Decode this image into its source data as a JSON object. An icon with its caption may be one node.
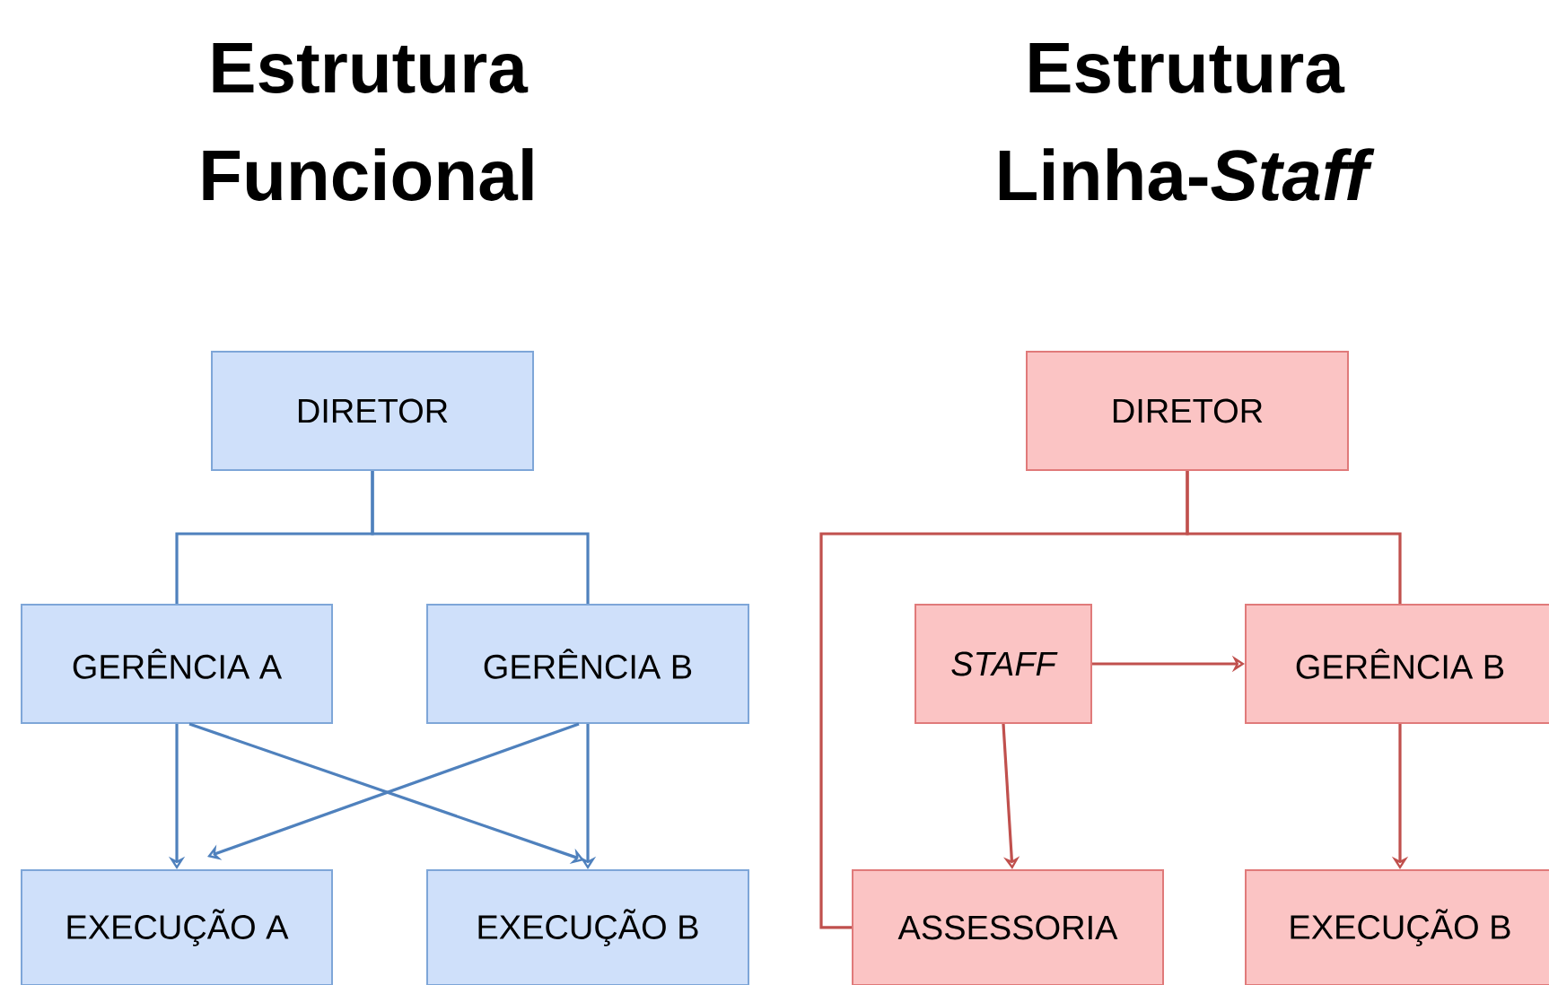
{
  "diagram": {
    "nodes": [
      {
        "text": [
          "DIRETOR"
        ]
      },
      {
        "text": [
          "GERÊNCIA A"
        ]
      },
      {
        "text": [
          "GERÊNCIA B"
        ]
      },
      {
        "text": [
          "EXECUÇÃO A"
        ]
      },
      {
        "text": [
          "EXECUÇÃO B"
        ]
      },
      {
        "text": [
          "DIRETOR"
        ]
      },
      {
        "text": [
          "STAFF"
        ]
      },
      {
        "text": [
          "GERÊNCIA B"
        ]
      },
      {
        "text": [
          "ASSESSORIA"
        ]
      },
      {
        "text": [
          "EXECUÇÃO B"
        ]
      }
    ],
    "edges": [
      {
        "from": 0,
        "to": 1,
        "arrow": "none",
        "color": "#4f81bd"
      },
      {
        "from": 0,
        "to": 2,
        "arrow": "none",
        "color": "#4f81bd"
      },
      {
        "from": 1,
        "to": 3,
        "arrow": "to",
        "color": "#4f81bd"
      },
      {
        "from": 1,
        "to": 4,
        "arrow": "to",
        "color": "#4f81bd"
      },
      {
        "from": 2,
        "to": 3,
        "arrow": "to",
        "color": "#4f81bd"
      },
      {
        "from": 2,
        "to": 4,
        "arrow": "to",
        "color": "#4f81bd"
      },
      {
        "from": 5,
        "to": 8,
        "arrow": "none",
        "color": "#c0504d"
      },
      {
        "from": 5,
        "to": 7,
        "arrow": "none",
        "color": "#c0504d"
      },
      {
        "from": 6,
        "to": 7,
        "arrow": "to",
        "color": "#c0504d"
      },
      {
        "from": 6,
        "to": 8,
        "arrow": "to",
        "color": "#c0504d"
      },
      {
        "from": 7,
        "to": 9,
        "arrow": "to",
        "color": "#c0504d"
      }
    ],
    "labels": [
      "Estrutura Funcional",
      "Estrutura Linha-*Staff*"
    ]
  }
}
